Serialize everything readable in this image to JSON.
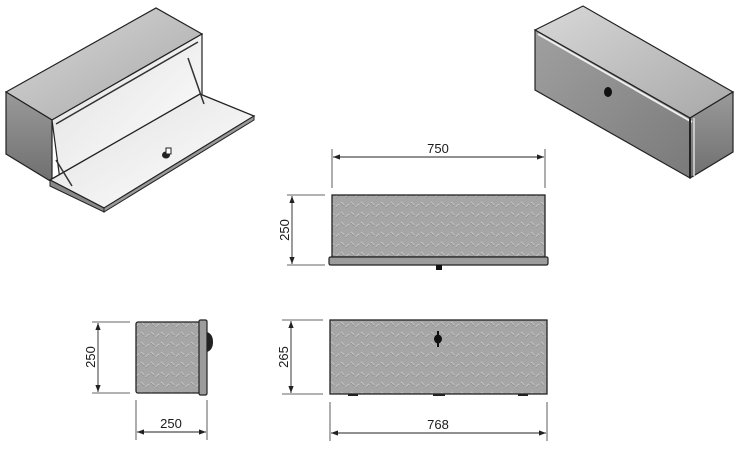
{
  "drawing": {
    "subject": "Aluminium checker plate toolbox",
    "views": [
      {
        "id": "iso-open",
        "label": "Isometric view, lid open"
      },
      {
        "id": "iso-closed",
        "label": "Isometric view, lid closed"
      },
      {
        "id": "top",
        "label": "Top view"
      },
      {
        "id": "side",
        "label": "Side view"
      },
      {
        "id": "front",
        "label": "Front view"
      }
    ]
  },
  "dimensions": {
    "top_width": "750",
    "top_depth": "250",
    "side_height": "250",
    "side_depth": "250",
    "front_height": "265",
    "front_width": "768"
  },
  "colors": {
    "plate_light": "#b8b8b8",
    "plate_dark": "#8f8f8f",
    "outline": "#222222",
    "interior": "#f2f2f2",
    "dim_line": "#333333"
  }
}
